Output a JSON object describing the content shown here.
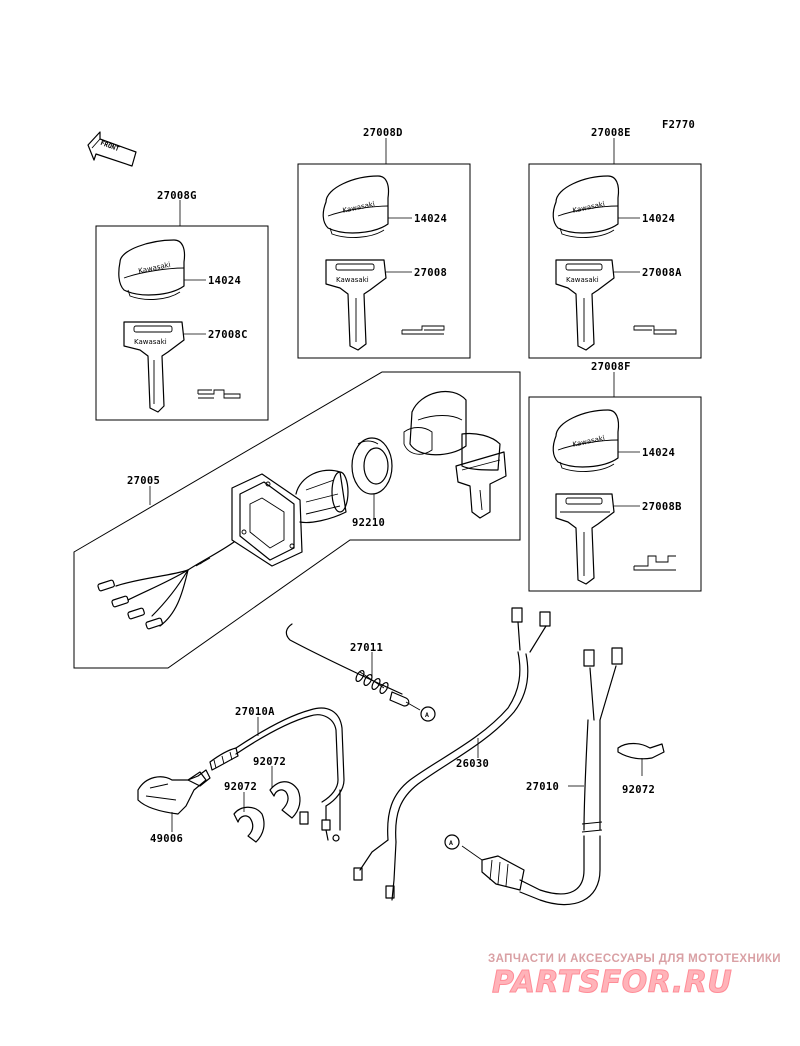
{
  "figure_code": "F2770",
  "front_label": "FRONT",
  "key_brand": "Kawasaki",
  "labels": {
    "p27008G": "27008G",
    "p27008D": "27008D",
    "p27008E": "27008E",
    "p27008F": "27008F",
    "p14024_g": "14024",
    "p27008C": "27008C",
    "p14024_d": "14024",
    "p27008": "27008",
    "p14024_e": "14024",
    "p27008A": "27008A",
    "p14024_f": "14024",
    "p27008B": "27008B",
    "p27005": "27005",
    "p92210": "92210",
    "p27011": "27011",
    "p27010A": "27010A",
    "p92072_a": "92072",
    "p92072_b": "92072",
    "p49006": "49006",
    "p26030": "26030",
    "p27010": "27010",
    "p92072_c": "92072"
  },
  "ref_marker": "A",
  "watermark": {
    "tagline": "ЗАПЧАСТИ И АКСЕССУАРЫ ДЛЯ МОТОТЕХНИКИ",
    "site": "PARTSFOR.RU"
  }
}
